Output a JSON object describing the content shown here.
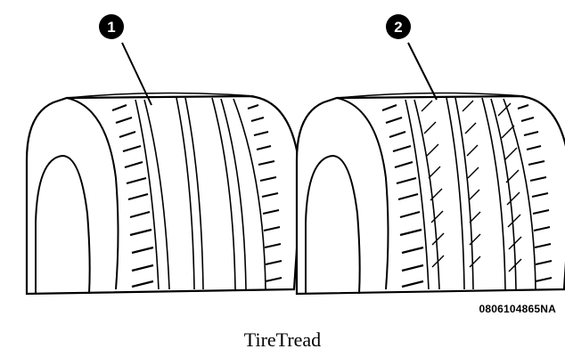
{
  "callouts": [
    {
      "number": "1",
      "icon": "callout-circle-icon"
    },
    {
      "number": "2",
      "icon": "callout-circle-icon"
    }
  ],
  "tires": [
    {
      "id": "tire-new-tread",
      "depicts": "tire-icon",
      "wear_indicator_bars": false
    },
    {
      "id": "tire-worn-tread",
      "depicts": "tire-icon",
      "wear_indicator_bars": true
    }
  ],
  "figure_code": "0806104865NA",
  "caption": "TireTread",
  "colors": {
    "line": "#000000",
    "background": "#ffffff"
  }
}
